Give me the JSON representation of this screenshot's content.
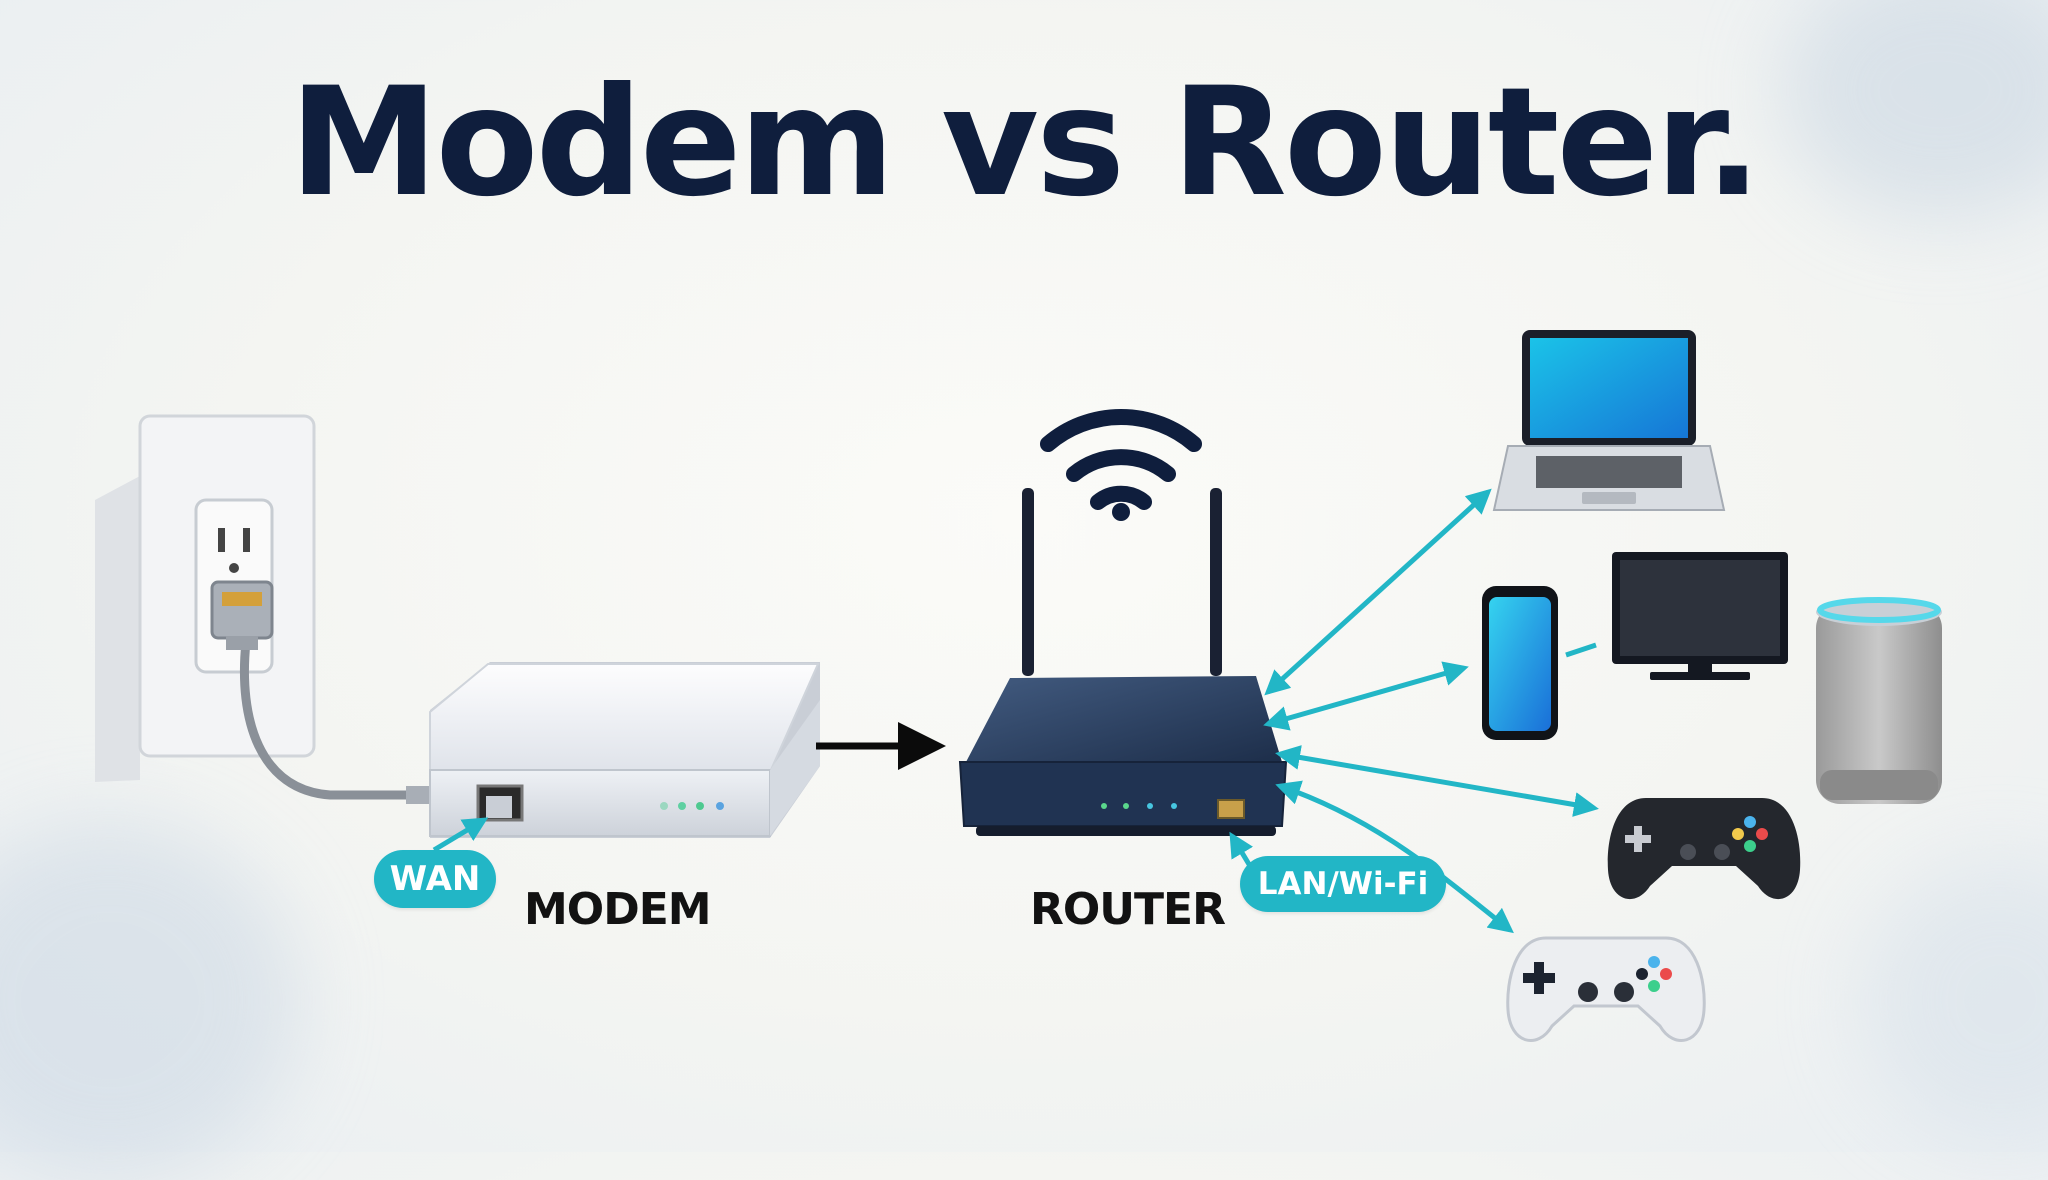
{
  "title": "Modem vs Router.",
  "labels": {
    "wan": "WAN",
    "modem": "MODEM",
    "router": "ROUTER",
    "lan": "LAN/Wi-Fi"
  },
  "icons": [
    "wall-outlet-icon",
    "ethernet-cable-icon",
    "modem-icon",
    "arrow-right-icon",
    "wifi-icon",
    "router-icon",
    "laptop-icon",
    "smartphone-icon",
    "tv-monitor-icon",
    "smart-speaker-icon",
    "game-controller-dark-icon",
    "game-controller-light-icon"
  ],
  "colors": {
    "title": "#0f1e3d",
    "accent": "#22b6c6",
    "router_body": "#2d4466",
    "modem_body": "#e8ebf0"
  }
}
